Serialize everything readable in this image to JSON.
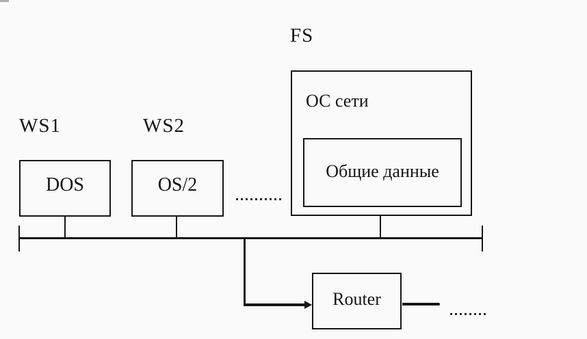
{
  "colors": {
    "background": "#fbfafa",
    "line": "#161616",
    "text": "#161616"
  },
  "diagram": {
    "type": "network-topology-diagram",
    "workstations": [
      {
        "label": "WS1",
        "os_text": "DOS"
      },
      {
        "label": "WS2",
        "os_text": "OS/2"
      }
    ],
    "file_server": {
      "label": "FS",
      "os_text": "ОС сети",
      "shared_data_text": "Общие данные"
    },
    "router": {
      "label": "Router"
    }
  }
}
